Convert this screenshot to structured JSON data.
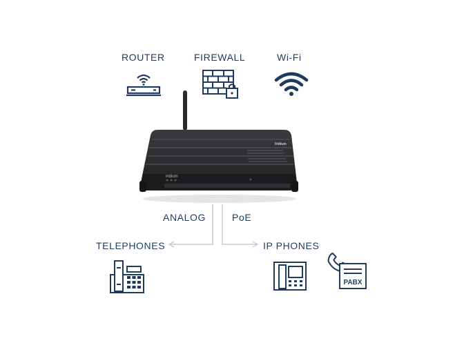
{
  "top_labels": {
    "router": "ROUTER",
    "firewall": "FIREWALL",
    "wifi": "Wi-Fi"
  },
  "device": {
    "brand_front": "iridium",
    "brand_top": "Iridium"
  },
  "connections": {
    "analog": "ANALOG",
    "poe": "PoE"
  },
  "bottom_labels": {
    "telephones": "TELEPHONES",
    "ip_phones": "IP PHONES",
    "pabx": "PABX"
  },
  "colors": {
    "icon_navy": "#1f3a5f",
    "label_text": "#1f3a5f",
    "connector_line": "#c9ccd2",
    "device_body": "#2b2c2e"
  }
}
